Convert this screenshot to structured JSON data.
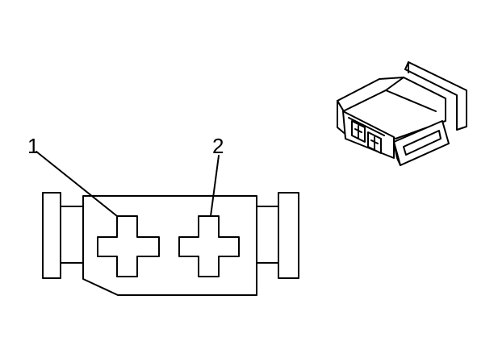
{
  "diagram": {
    "callouts": [
      {
        "id": "1",
        "label": "1"
      },
      {
        "id": "2",
        "label": "2"
      }
    ],
    "colors": {
      "stroke": "#000000",
      "background": "#ffffff"
    }
  }
}
